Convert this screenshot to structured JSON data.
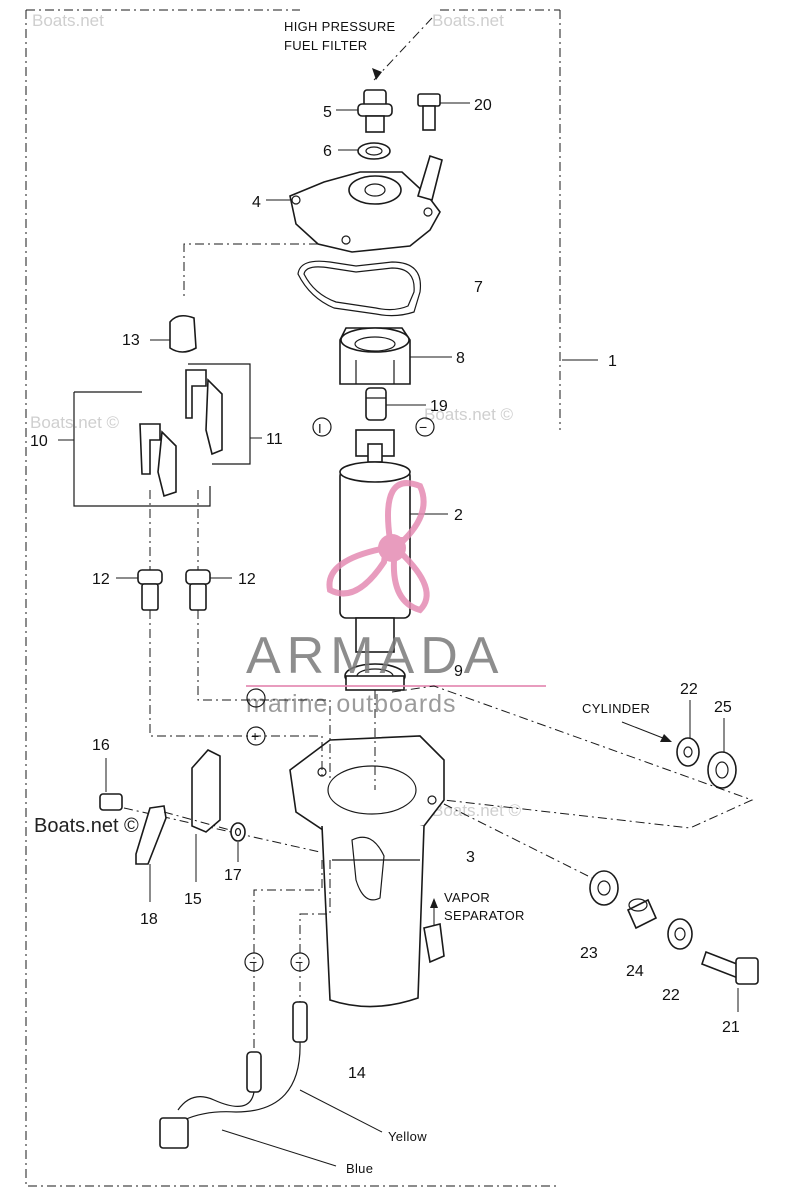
{
  "callouts": {
    "high_pressure_line1": "HIGH PRESSURE",
    "high_pressure_line2": "FUEL  FILTER",
    "cylinder": "CYLINDER",
    "vapor_line1": "VAPOR",
    "vapor_line2": "SEPARATOR",
    "yellow": "Yellow",
    "blue": "Blue"
  },
  "part_numbers": {
    "p1": "1",
    "p2": "2",
    "p3": "3",
    "p4": "4",
    "p5": "5",
    "p6": "6",
    "p7": "7",
    "p8": "8",
    "p9": "9",
    "p10": "10",
    "p11": "11",
    "p12a": "12",
    "p12b": "12",
    "p13": "13",
    "p14": "14",
    "p15": "15",
    "p16": "16",
    "p17": "17",
    "p18": "18",
    "p19": "19",
    "p20": "20",
    "p21": "21",
    "p22a": "22",
    "p22b": "22",
    "p23": "23",
    "p24": "24",
    "p25": "25"
  },
  "symbols": {
    "plus": "+",
    "minus": "−",
    "neutral": "I"
  },
  "watermarks": {
    "site": "Boats.net",
    "site_copyright": "Boats.net ©",
    "brand": "ARMADA",
    "tagline": "marine outboards"
  },
  "colors": {
    "line": "#1a1a1a",
    "watermark_grey": "#cfcfcf",
    "brand_pink": "#e58bb3",
    "brand_grey": "#7a7a7a"
  }
}
